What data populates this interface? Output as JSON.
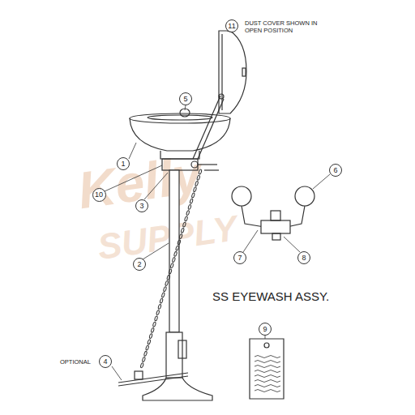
{
  "diagram": {
    "nodes": [
      {
        "text": [
          "11"
        ]
      },
      {
        "text": [
          "5"
        ]
      },
      {
        "text": [
          "6"
        ]
      },
      {
        "text": [
          "1"
        ]
      },
      {
        "text": [
          "10"
        ]
      },
      {
        "text": [
          "3"
        ]
      },
      {
        "text": [
          "2"
        ]
      },
      {
        "text": [
          "7"
        ]
      },
      {
        "text": [
          "8"
        ]
      },
      {
        "text": [
          "9"
        ]
      },
      {
        "text": [
          "4"
        ]
      }
    ],
    "labels": [
      "DUST COVER SHOWN IN OPEN POSITION",
      "SS EYEWASH ASSY.",
      "OPTIONAL",
      "Kelly",
      "SUPPLY"
    ]
  }
}
